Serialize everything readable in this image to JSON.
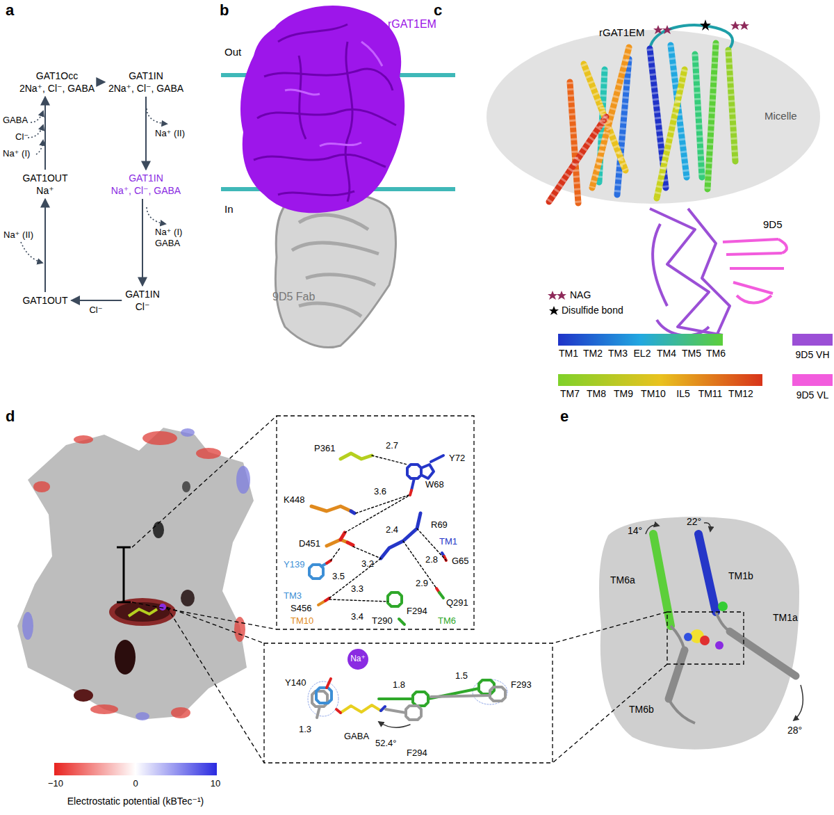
{
  "diagram": {
    "nodes": [
      {
        "text": [
          "GAT1Occ",
          "2Na⁺, Cl⁻, GABA"
        ]
      },
      {
        "text": [
          "GAT1IN",
          "2Na⁺, Cl⁻, GABA"
        ]
      },
      {
        "text": [
          "GAT1IN",
          "Na⁺, Cl⁻, GABA"
        ]
      },
      {
        "text": [
          "GAT1IN",
          "Cl⁻"
        ]
      },
      {
        "text": [
          "GAT1OUT"
        ]
      },
      {
        "text": [
          "GAT1OUT",
          "Na⁺"
        ]
      }
    ],
    "edges": [
      {
        "from": 0,
        "to": 1,
        "arrow": "to"
      },
      {
        "from": 1,
        "to": 2,
        "label": "Na⁺ (II)",
        "arrow": "to"
      },
      {
        "from": 2,
        "to": 3,
        "label": "Na⁺ (I) GABA",
        "arrow": "to"
      },
      {
        "from": 3,
        "to": 4,
        "label": "Cl⁻",
        "arrow": "to"
      },
      {
        "from": 4,
        "to": 5,
        "label": "Na⁺ (II)",
        "arrow": "to"
      },
      {
        "from": 5,
        "to": 0,
        "arrow": "to"
      }
    ],
    "labels": [
      "a",
      "b",
      "c",
      "d",
      "e",
      "GABA",
      "Cl⁻",
      "Na⁺ (I)",
      "Out",
      "In",
      "rGAT1EM",
      "9D5 Fab",
      "rGAT1EM",
      "Micelle",
      "9D5",
      "TM1",
      "TM2",
      "TM3",
      "EL2",
      "TM4",
      "TM5",
      "TM6",
      "TM7",
      "TM8",
      "TM9",
      "TM10",
      "IL5",
      "TM11",
      "TM12",
      "−10",
      "0",
      "10",
      "Electrostatic potential (kBTec⁻¹)",
      "P361",
      "2.7",
      "Y72",
      "W68",
      "K448",
      "3.6",
      "D451",
      "R69",
      "TM1",
      "2.4",
      "Y139",
      "G65",
      "3.2",
      "3.5",
      "2.8",
      "2.9",
      "TM3",
      "3.3",
      "S456",
      "3.4",
      "T290",
      "Q291",
      "F294",
      "TM10",
      "TM6",
      "Na⁺",
      "Y140",
      "1.3",
      "GABA",
      "1.8",
      "52.4°",
      "F294",
      "1.5",
      "F293",
      "14°",
      "22°",
      "TM6a",
      "TM1b",
      "TM1a",
      "TM6b",
      "28°"
    ],
    "legend": [
      {
        "text": "NAG"
      },
      {
        "text": "Disulfide bond"
      },
      {
        "text": "9D5 VH",
        "color": "#9b4fd6"
      },
      {
        "text": "9D5 VL",
        "color": "#f25cdd"
      }
    ]
  }
}
